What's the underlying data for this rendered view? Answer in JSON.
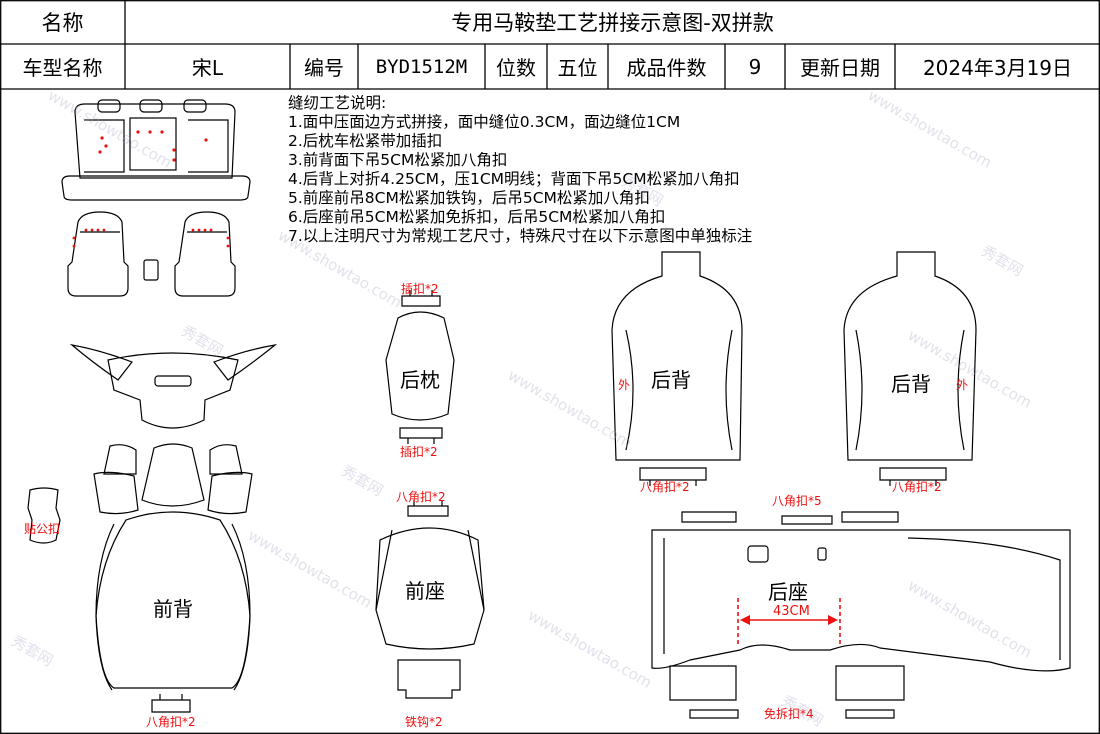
{
  "header": {
    "name_label": "名称",
    "title": "专用马鞍垫工艺拼接示意图-双拼款"
  },
  "info_row": {
    "car_model_label": "车型名称",
    "car_model_value": "宋L",
    "code_label": "编号",
    "code_value": "BYD1512M",
    "seats_label": "位数",
    "seats_value": "五位",
    "pieces_label": "成品件数",
    "pieces_value": "9",
    "update_label": "更新日期",
    "update_value": "2024年3月19日"
  },
  "notes": {
    "heading": "缝纫工艺说明:",
    "items": [
      "1.面中压面边方式拼接，面中缝位0.3CM，面边缝位1CM",
      "2.后枕车松紧带加插扣",
      "3.前背面下吊5CM松紧加八角扣",
      "4.后背上对折4.25CM，压1CM明线；背面下吊5CM松紧加八角扣",
      "5.前座前吊8CM松紧加铁钩，后吊5CM松紧加八角扣",
      "6.后座前吊5CM松紧加免拆扣，后吊5CM松紧加八角扣",
      "7.以上注明尺寸为常规工艺尺寸，特殊尺寸在以下示意图中单独标注"
    ]
  },
  "parts": {
    "rear_headrest": "后枕",
    "rear_back": "后背",
    "front_back": "前背",
    "front_seat": "前座",
    "rear_seat": "后座"
  },
  "labels": {
    "insert_buckle_top": "插扣*2",
    "insert_buckle_bottom": "插扣*2",
    "octagon_front_back": "八角扣*2",
    "octagon_front_seat": "八角扣*2",
    "octagon_rear_back_left": "八角扣*2",
    "octagon_rear_back_right": "八角扣*2",
    "octagon_rear_seat": "八角扣*5",
    "iron_hook": "铁钩*2",
    "free_remove_buckle": "免拆扣*4",
    "sticky_buckle": "贴公扣",
    "outer_left": "外",
    "outer_right": "外",
    "dimension": "43CM"
  },
  "watermark": {
    "text_cn": "秀套网",
    "text_en": "www.showtao.com"
  },
  "colors": {
    "line": "#000000",
    "annotation": "#e11111",
    "background": "#ffffff"
  }
}
